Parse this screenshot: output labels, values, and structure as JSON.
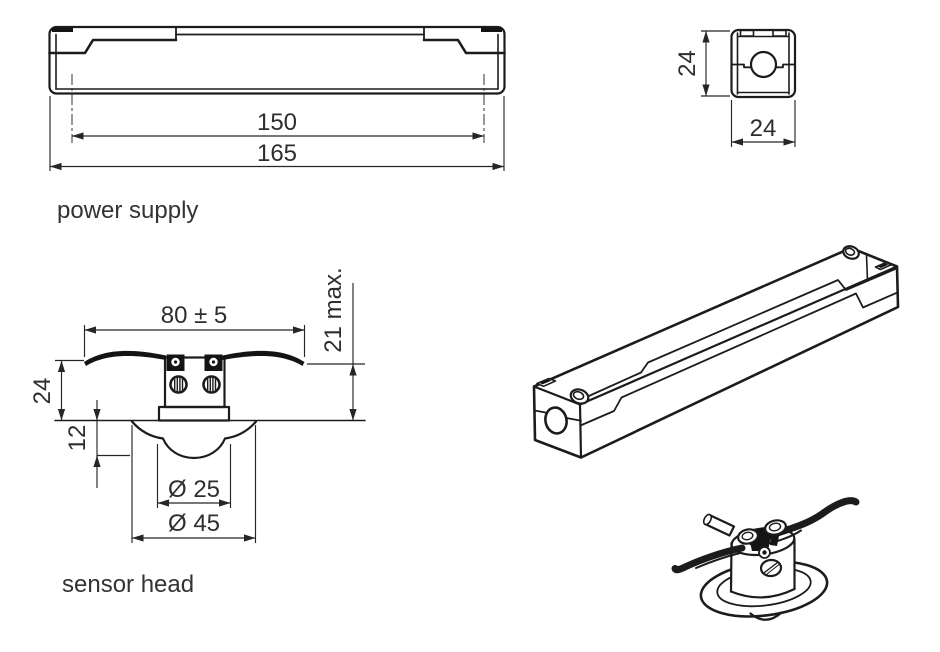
{
  "drawing": {
    "background_color": "#ffffff",
    "line_color": "#1c1c1c",
    "text_color": "#2e2e2e",
    "power_supply_side": {
      "label": "power supply",
      "dim_mounting_distance": "150",
      "dim_total_length": "165"
    },
    "power_supply_end": {
      "dim_height": "24",
      "dim_width": "24"
    },
    "sensor_head": {
      "label": "sensor head",
      "dim_wing_span": "80 ± 5",
      "dim_recess_depth": "21 max.",
      "dim_body_height": "24",
      "dim_lens_protrusion": "12",
      "dim_lens_diameter": "Ø 25",
      "dim_trim_diameter": "Ø 45"
    }
  }
}
